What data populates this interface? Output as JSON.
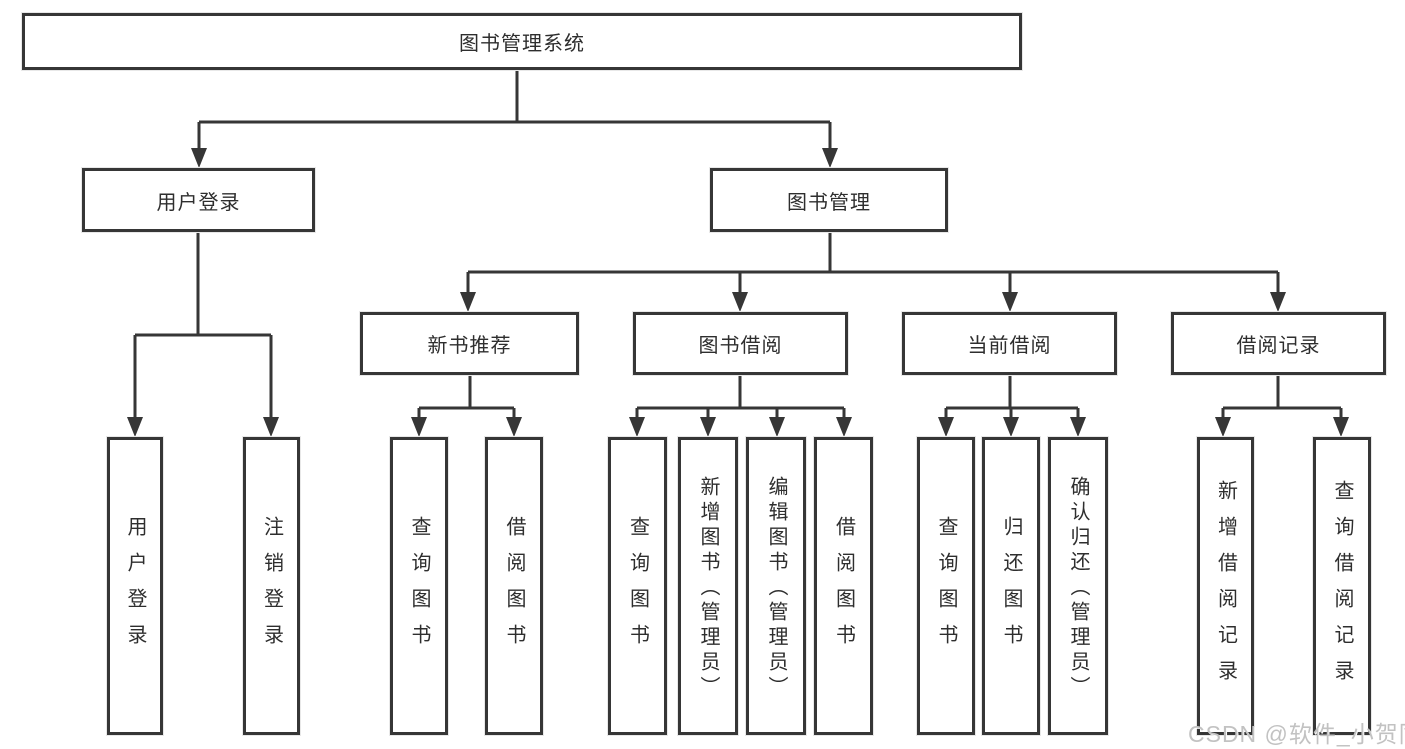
{
  "diagram": {
    "title": "图书管理系统",
    "type": "hierarchy-tree"
  },
  "colors": {
    "line": "#363636",
    "text": "#2e2e2e",
    "box_background": "#ffffff",
    "watermark": "#c2c2c2"
  },
  "nodes": {
    "root": "图书管理系统",
    "user_login": "用户登录",
    "book_mgmt": "图书管理",
    "new_book_rec": "新书推荐",
    "book_borrow": "图书借阅",
    "current_borrow": "当前借阅",
    "borrow_records": "借阅记录",
    "leaf_user_login": "用户登录",
    "leaf_logout": "注销登录",
    "leaf_query_books_1": "查询图书",
    "leaf_borrow_books_1": "借阅图书",
    "leaf_query_books_2": "查询图书",
    "leaf_add_book_admin": "新增图书（管理员）",
    "leaf_edit_book_admin": "编辑图书（管理员）",
    "leaf_borrow_books_2": "借阅图书",
    "leaf_query_books_3": "查询图书",
    "leaf_return_books": "归还图书",
    "leaf_confirm_return_admin": "确认归还（管理员）",
    "leaf_add_borrow_record": "新增借阅记录",
    "leaf_query_borrow_record": "查询借阅记录"
  },
  "watermark": "CSDN @软件_小贺同学"
}
